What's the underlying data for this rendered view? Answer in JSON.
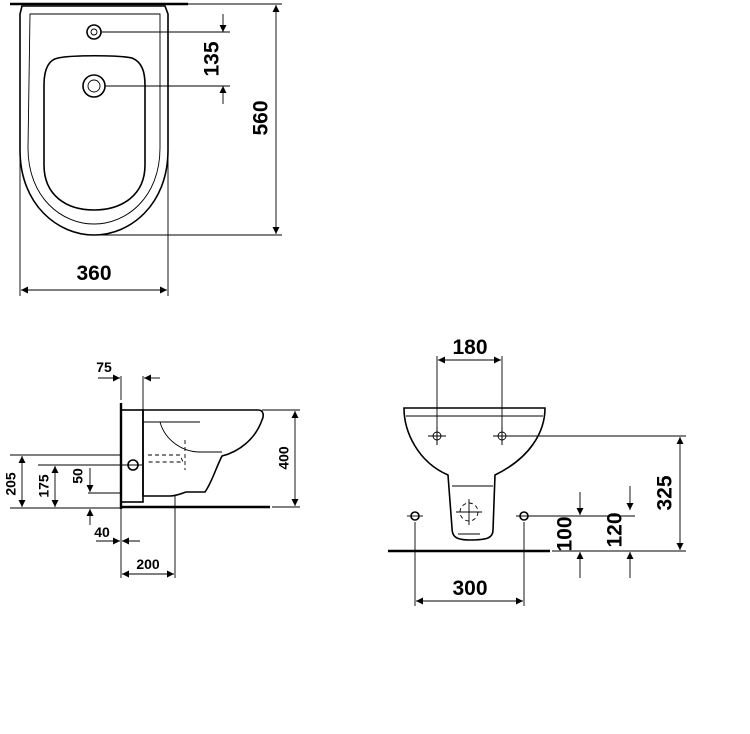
{
  "dimensions": {
    "top_width": "360",
    "top_length": "560",
    "top_tap_offset": "135",
    "side_offset_75": "75",
    "side_height_205": "205",
    "side_height_175": "175",
    "side_height_50": "50",
    "side_height_400": "400",
    "side_offset_40": "40",
    "side_depth_200": "200",
    "front_bolt_spacing": "180",
    "front_height_325": "325",
    "front_height_100": "100",
    "front_height_120": "120",
    "front_bolt_spacing_bottom": "300"
  }
}
